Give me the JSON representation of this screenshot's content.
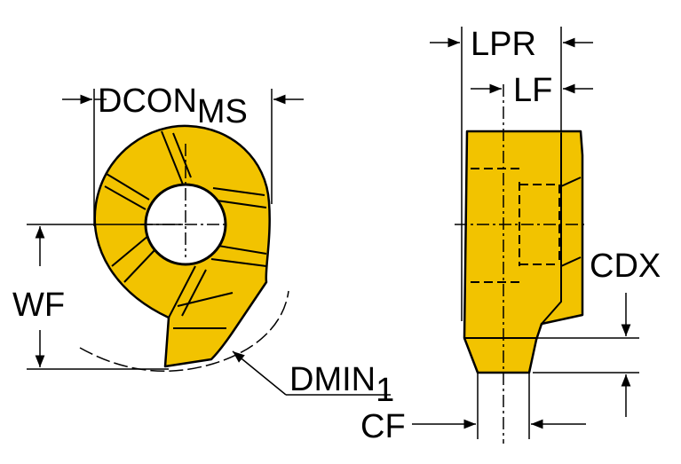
{
  "labels": {
    "dcon_main": "DCON",
    "dcon_sub": "MS",
    "wf": "WF",
    "dmin_main": "DMIN",
    "dmin_sub": "1",
    "lpr": "LPR",
    "lf": "LF",
    "cdx": "CDX",
    "cf": "CF"
  },
  "colors": {
    "insert_fill": "#f2c300",
    "outline": "#000000",
    "background": "#ffffff"
  }
}
